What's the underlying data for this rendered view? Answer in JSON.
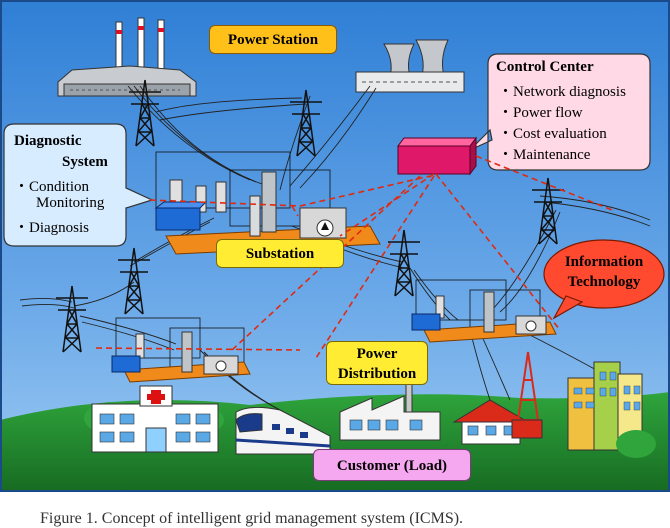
{
  "labels": {
    "power_station": "Power Station",
    "substation": "Substation",
    "power_distribution_line1": "Power",
    "power_distribution_line2": "Distribution",
    "customer": "Customer (Load)"
  },
  "control_center": {
    "title": "Control Center",
    "items": [
      "・Network diagnosis",
      "・Power flow",
      "・Cost evaluation",
      "・Maintenance"
    ]
  },
  "diagnostic_system": {
    "title_line1": "Diagnostic",
    "title_line2": "System",
    "items": [
      "・Condition",
      "Monitoring",
      "・Diagnosis"
    ]
  },
  "information_technology": {
    "line1": "Information",
    "line2": "Technology"
  },
  "caption": "Figure 1. Concept of intelligent grid management system (ICMS).",
  "colors": {
    "sky": "#4a90d8",
    "ground": "#1f8a2e",
    "power_station_label": "#ffc01a",
    "label_yellow": "#ffec33",
    "customer_label": "#f5a8f0",
    "control_center_bubble": "#ffd9e6",
    "diagnostic_bubble": "#d8ecff",
    "info_tech_bubble": "#ff4a30",
    "control_box": "#e0186a",
    "network_line": "#e02a10"
  }
}
